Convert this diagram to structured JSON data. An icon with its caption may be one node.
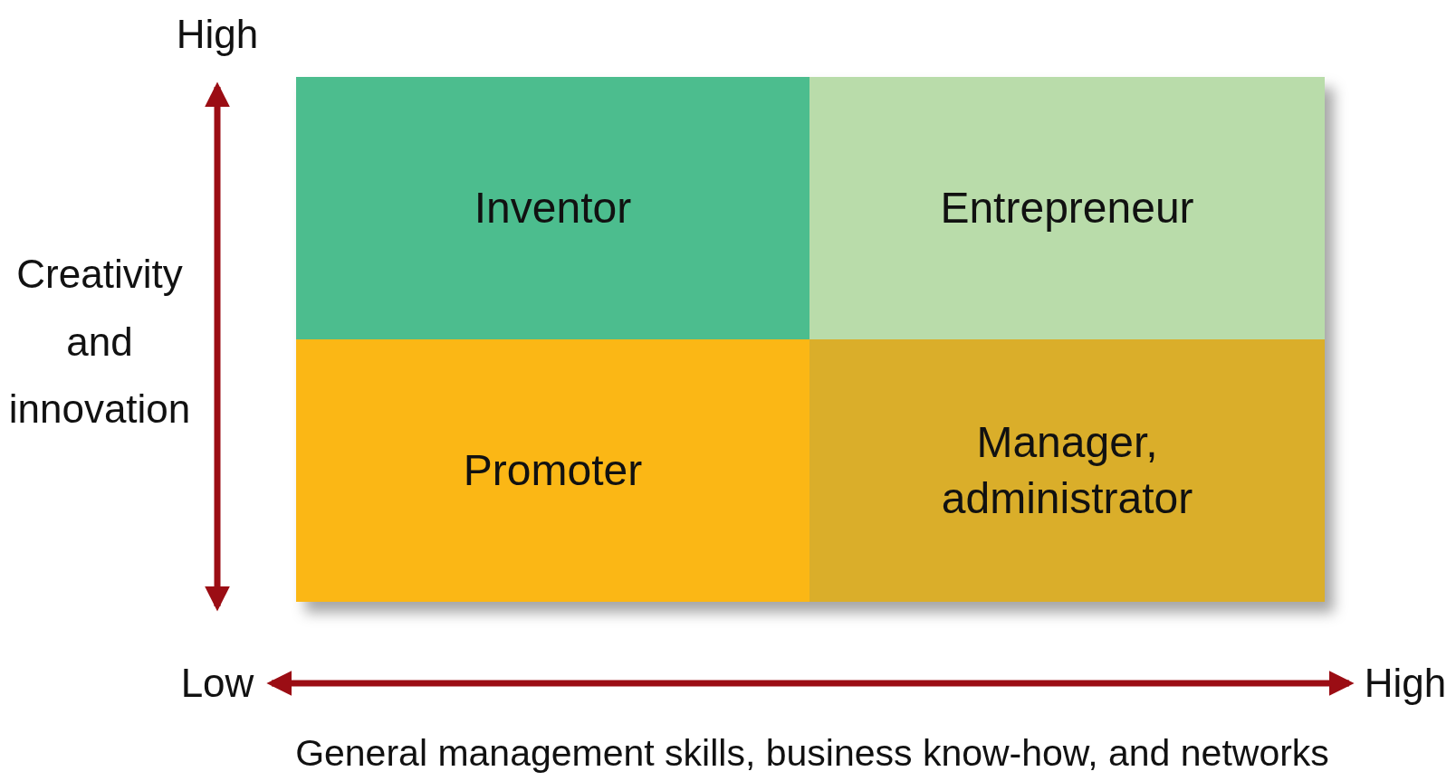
{
  "diagram": {
    "nodes": [
      {
        "text": [
          "Inventor"
        ]
      },
      {
        "text": [
          "Entrepreneur"
        ]
      },
      {
        "text": [
          "Promoter"
        ]
      },
      {
        "text": [
          "Manager, administrator"
        ]
      }
    ],
    "labels": [
      "High",
      "Creativity and innovation",
      "Low",
      "High",
      "General management skills, business know-how, and networks"
    ]
  }
}
